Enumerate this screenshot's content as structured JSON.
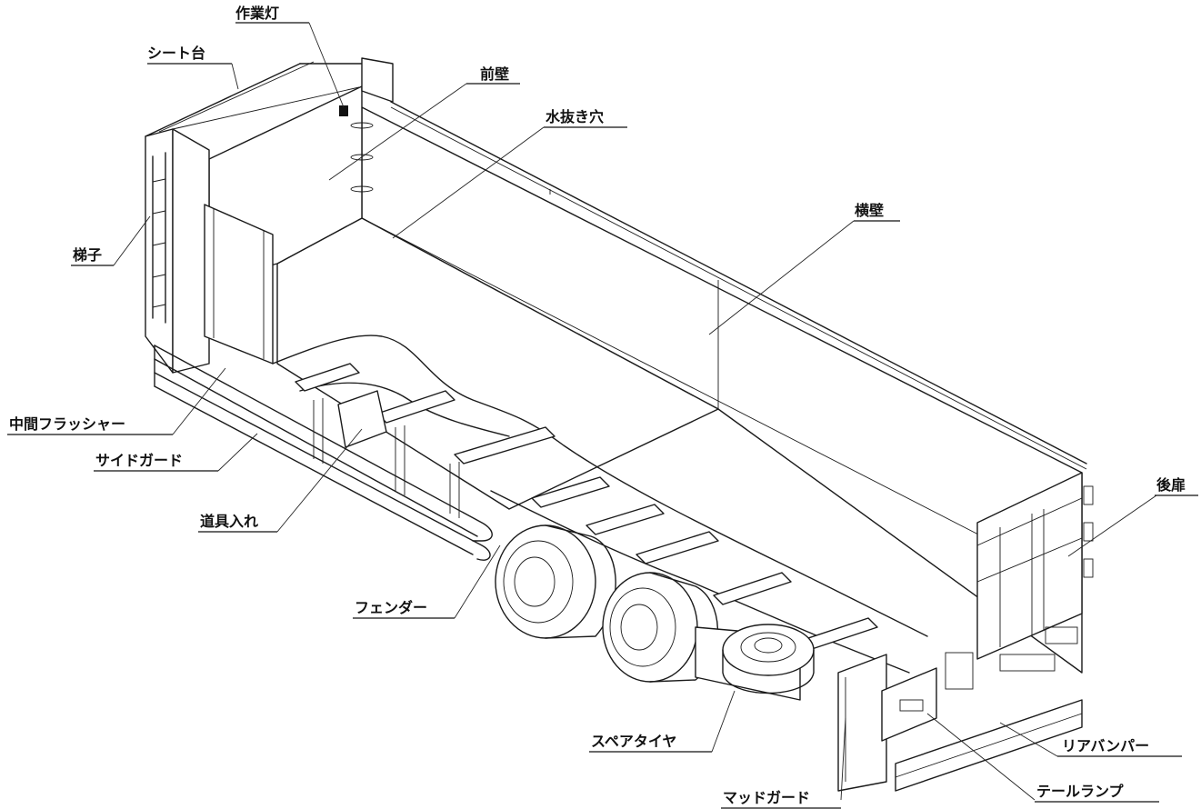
{
  "labels": {
    "sagyoutou": "作業灯",
    "sheet_dai": "シート台",
    "zenpeki": "前壁",
    "mizunuki": "水抜き穴",
    "ouheki": "横壁",
    "hashigo": "梯子",
    "chukan": "中間フラッシャー",
    "sideguard": "サイドガード",
    "dougu": "道具入れ",
    "fender": "フェンダー",
    "spare": "スペアタイヤ",
    "mudguard": "マッドガード",
    "tail": "テールランプ",
    "rearbumper": "リアバンパー",
    "koutobira": "後扉"
  }
}
